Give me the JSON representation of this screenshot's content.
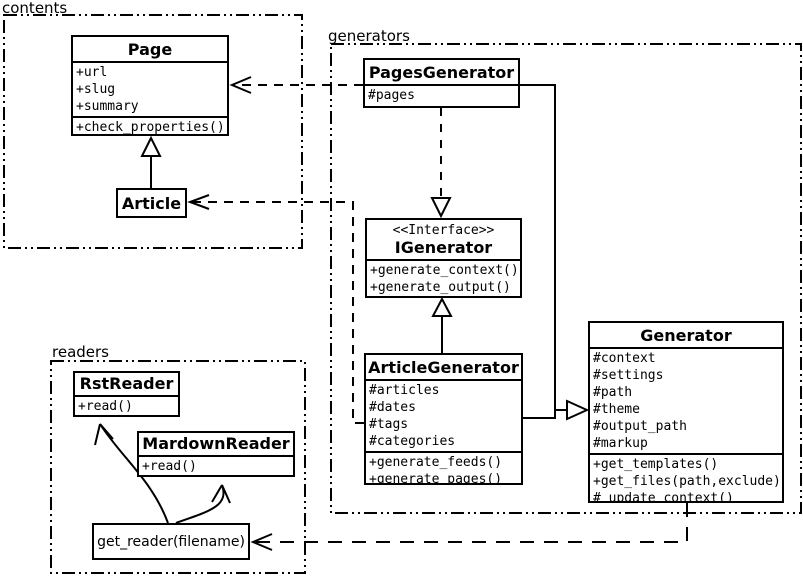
{
  "diagram": {
    "packages": {
      "contents": {
        "label": "contents"
      },
      "generators": {
        "label": "generators"
      },
      "readers": {
        "label": "readers"
      }
    },
    "classes": {
      "page": {
        "name": "Page",
        "attrs": [
          "+url",
          "+slug",
          "+summary"
        ],
        "ops": [
          "+check_properties()"
        ]
      },
      "article": {
        "name": "Article"
      },
      "pages_generator": {
        "name": "PagesGenerator",
        "attrs": [
          "#pages"
        ]
      },
      "igenerator": {
        "stereotype": "<<Interface>>",
        "name": "IGenerator",
        "ops": [
          "+generate_context()",
          "+generate_output()"
        ]
      },
      "article_generator": {
        "name": "ArticleGenerator",
        "attrs": [
          "#articles",
          "#dates",
          "#tags",
          "#categories"
        ],
        "ops": [
          "+generate_feeds()",
          "+generate_pages()"
        ]
      },
      "generator": {
        "name": "Generator",
        "attrs": [
          "#context",
          "#settings",
          "#path",
          "#theme",
          "#output_path",
          "#markup"
        ],
        "ops": [
          "+get_templates()",
          "+get_files(path,exclude)",
          "#_update_context()"
        ]
      },
      "rst_reader": {
        "name": "RstReader",
        "ops": [
          "+read()"
        ]
      },
      "mardown_reader": {
        "name": "MardownReader",
        "ops": [
          "+read()"
        ]
      },
      "get_reader": {
        "name": "get_reader(filename)"
      }
    },
    "relationships": [
      {
        "from": "Article",
        "to": "Page",
        "type": "generalization"
      },
      {
        "from": "PagesGenerator",
        "to": "Page",
        "type": "dependency"
      },
      {
        "from": "PagesGenerator",
        "to": "IGenerator",
        "type": "realization"
      },
      {
        "from": "ArticleGenerator",
        "to": "IGenerator",
        "type": "generalization"
      },
      {
        "from": "PagesGenerator",
        "to": "Generator",
        "type": "generalization"
      },
      {
        "from": "ArticleGenerator",
        "to": "Generator",
        "type": "generalization"
      },
      {
        "from": "ArticleGenerator",
        "to": "Article",
        "type": "dependency"
      },
      {
        "from": "Generator",
        "to": "get_reader(filename)",
        "type": "dependency"
      },
      {
        "from": "get_reader(filename)",
        "to": "RstReader",
        "type": "arrow"
      },
      {
        "from": "get_reader(filename)",
        "to": "MardownReader",
        "type": "arrow"
      }
    ],
    "colors": {
      "line": "#000000",
      "background": "#ffffff",
      "box_fill": "#ffffff"
    }
  }
}
